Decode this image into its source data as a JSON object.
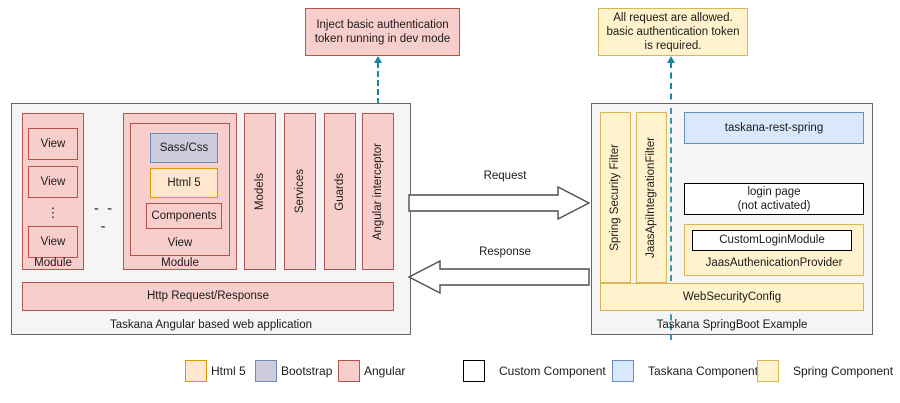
{
  "notes": {
    "angular_note": "Inject basic authentication token running in dev mode",
    "spring_note": "All request are allowed. basic authentication token is required."
  },
  "left_panel": {
    "caption": "Taskana Angular based web application",
    "module_a": {
      "label": "Module",
      "views": [
        "View",
        "View",
        "View"
      ],
      "ellipsis": "⋮"
    },
    "between_modules": "- - -",
    "module_b": {
      "label": "Module",
      "view_label": "View",
      "items": [
        {
          "label": "Sass/Css",
          "style": "bootstrap"
        },
        {
          "label": "Html 5",
          "style": "html5"
        },
        {
          "label": "Components",
          "style": "angular"
        }
      ]
    },
    "columns": [
      "Models",
      "Services",
      "Guards",
      "Angular interceptor"
    ],
    "footer_bar": "Http Request/Response"
  },
  "arrows": {
    "request": "Request",
    "response": "Response"
  },
  "right_panel": {
    "caption": "Taskana SpringBoot Example",
    "filters": [
      "Spring Security Filter",
      "JaasApiIntegrationFilter"
    ],
    "rest_spring": "taskana-rest-spring",
    "login_page": "login page\n(not activated)",
    "login_page_line1": "login page",
    "login_page_line2": "(not activated)",
    "auth_provider": {
      "inner": "CustomLoginModule",
      "label": "JaasAuthenicationProvider"
    },
    "web_security_config": "WebSecurityConfig"
  },
  "legend": {
    "left_group": [
      {
        "label": "Html 5",
        "color": "#ffe6cc",
        "border": "#d79b00"
      },
      {
        "label": "Bootstrap",
        "color": "#ccccdd",
        "border": "#6c8ebf"
      },
      {
        "label": "Angular",
        "color": "#f8cecc",
        "border": "#b85450"
      }
    ],
    "right_group": [
      {
        "label": "Custom Component",
        "color": "#ffffff",
        "border": "#000000"
      },
      {
        "label": "Taskana Component",
        "color": "#dae8fc",
        "border": "#6c8ebf"
      },
      {
        "label": "Spring Component",
        "color": "#fff2cc",
        "border": "#d6b656"
      }
    ]
  },
  "colors": {
    "angular": "#f8cecc",
    "angular_border": "#b85450",
    "bootstrap": "#ccccdd",
    "bootstrap_border": "#6c8ebf",
    "html5": "#ffe6cc",
    "html5_border": "#d79b00",
    "spring": "#fff2cc",
    "spring_border": "#d6b656",
    "taskana": "#dae8fc",
    "taskana_border": "#6c8ebf",
    "custom": "#ffffff",
    "custom_border": "#000000",
    "panel_bg": "#f5f5f5",
    "panel_border": "#666666",
    "connector": "#18859e"
  }
}
